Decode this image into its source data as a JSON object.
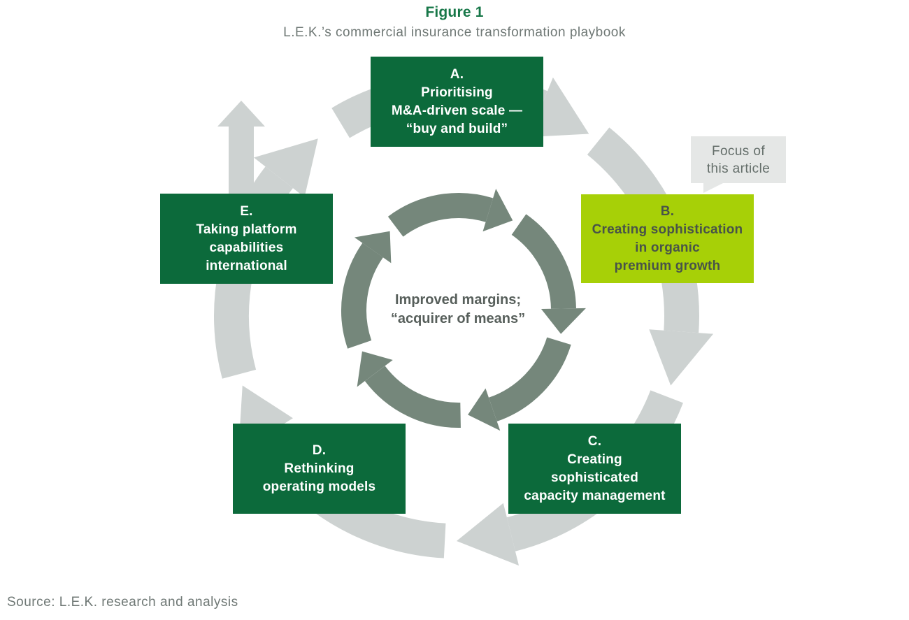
{
  "figure": {
    "title": "Figure 1",
    "subtitle": "L.E.K.’s commercial insurance transformation playbook"
  },
  "center": {
    "line1": "Improved margins;",
    "line2": "“acquirer of means”"
  },
  "callout": {
    "line1": "Focus of",
    "line2": "this article"
  },
  "boxes": [
    {
      "letter": "A.",
      "lines": [
        "Prioritising",
        "M&A-driven scale —",
        "“buy and build”"
      ]
    },
    {
      "letter": "B.",
      "lines": [
        "Creating sophistication",
        "in organic",
        "premium growth"
      ]
    },
    {
      "letter": "C.",
      "lines": [
        "Creating",
        "sophisticated",
        "capacity management"
      ]
    },
    {
      "letter": "D.",
      "lines": [
        "Rethinking",
        "operating models"
      ]
    },
    {
      "letter": "E.",
      "lines": [
        "Taking platform",
        "capabilities",
        "international"
      ]
    }
  ],
  "source": "Source: L.E.K. research and analysis",
  "colors": {
    "title_green": "#177748",
    "dark_green": "#0c6a3b",
    "lime": "#a7d007",
    "outer_ring": "#cdd2d1",
    "inner_ring": "#75877b",
    "callout_bg": "#e5e7e6",
    "text_gray": "#6f7875",
    "center_text": "#575f5b",
    "lime_text": "#485349"
  }
}
